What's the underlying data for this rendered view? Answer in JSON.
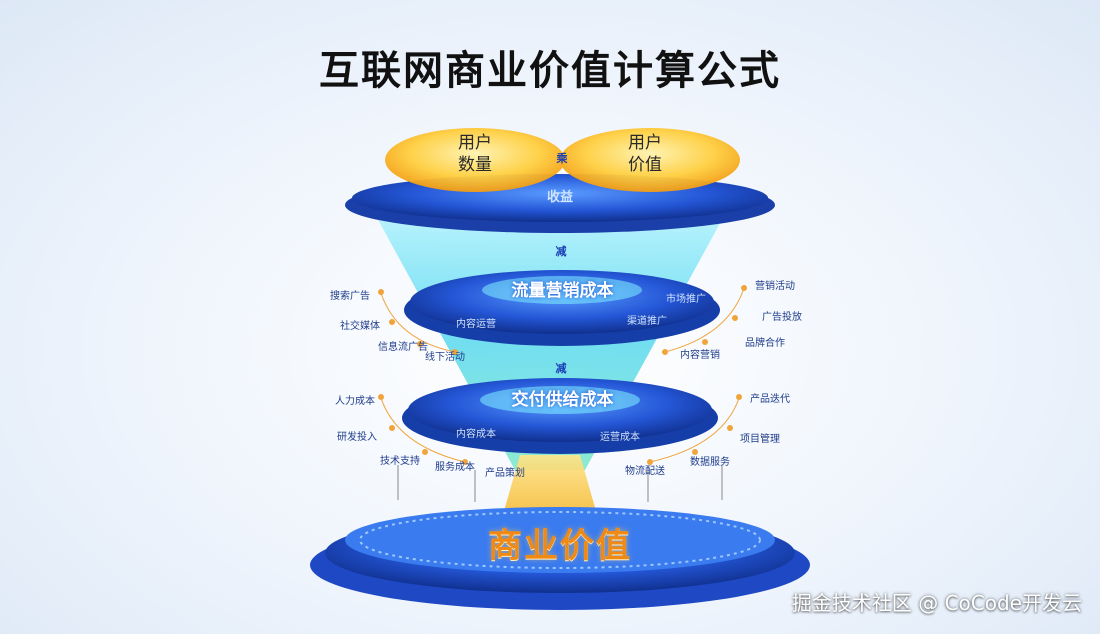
{
  "title": "互联网商业价值计算公式",
  "top": {
    "left_bubble": [
      "用户",
      "数量"
    ],
    "right_bubble": [
      "用户",
      "价值"
    ],
    "multiply": "乘",
    "revenue": "收益"
  },
  "operator_minus": "减",
  "tier1": {
    "label": "流量营销成本",
    "inner_left": "内容运营",
    "inner_right": "渠道推广",
    "left_labels": [
      "搜索广告",
      "社交媒体",
      "信息流广告",
      "线下活动"
    ],
    "right_labels": [
      "营销活动",
      "广告投放",
      "品牌合作",
      "内容营销",
      "市场推广"
    ]
  },
  "tier2": {
    "label": "交付供给成本",
    "inner_left": "内容成本",
    "inner_right": "运营成本",
    "left_labels": [
      "人力成本",
      "研发投入",
      "技术支持",
      "服务成本",
      "产品策划"
    ],
    "right_labels": [
      "产品迭代",
      "项目管理",
      "物流配送",
      "数据服务"
    ]
  },
  "bottom": {
    "label": "商业价值"
  },
  "watermark": "掘金技术社区 @ CoCode开发云",
  "colors": {
    "gold": "#f6b42a",
    "blue_dark": "#1b3fb8",
    "blue_mid": "#2f6ee8",
    "cyan": "#6fe4f4",
    "orange_text": "#e87d10"
  }
}
